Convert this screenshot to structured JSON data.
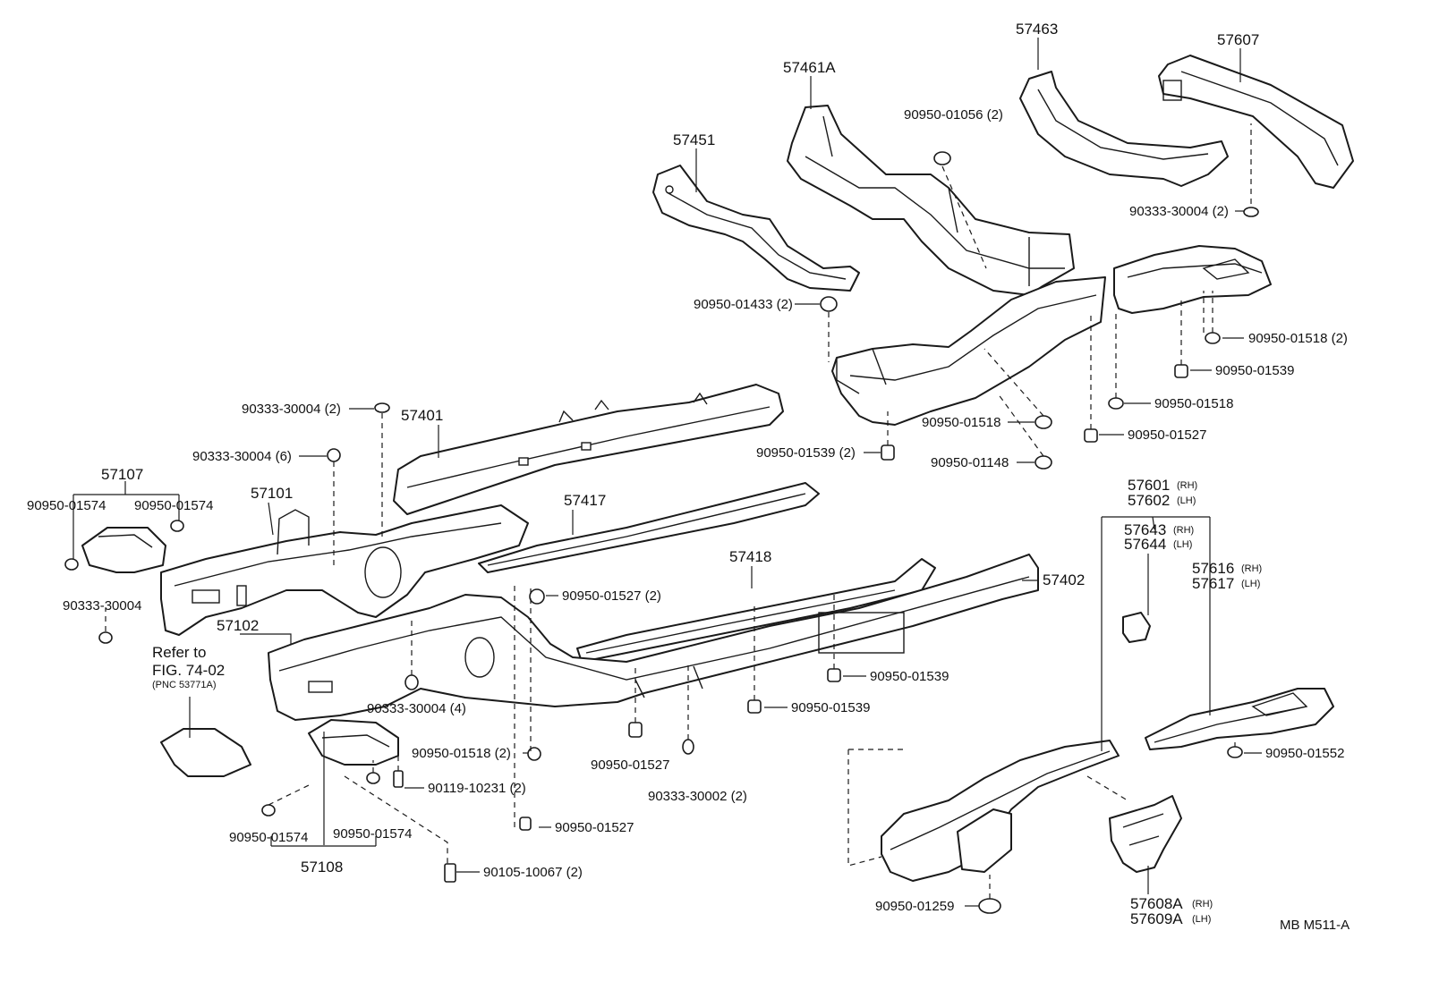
{
  "labels": {
    "p57463": "57463",
    "p57607": "57607",
    "p57461a": "57461A",
    "p9095001056": "90950-01056 (2)",
    "p57451": "57451",
    "p9033330004_2_top": "90333-30004 (2)",
    "p9095001433": "90950-01433 (2)",
    "p9095001518_2": "90950-01518 (2)",
    "p9095001539_r": "90950-01539",
    "p9095001518_r": "90950-01518",
    "p9095001527_r": "90950-01527",
    "p9095001518_mid": "90950-01518",
    "p9095001539_2": "90950-01539 (2)",
    "p9095001148": "90950-01148",
    "p9033330004_2_left": "90333-30004 (2)",
    "p57401": "57401",
    "p9033330004_6": "90333-30004 (6)",
    "p57107": "57107",
    "p9095001574_a": "90950-01574",
    "p9095001574_b": "90950-01574",
    "p57101": "57101",
    "p57417": "57417",
    "p57601": "57601",
    "p57602": "57602",
    "p57643": "57643",
    "p57644": "57644",
    "p57616": "57616",
    "p57617": "57617",
    "p9033330004": "90333-30004",
    "p57418": "57418",
    "p57402": "57402",
    "p9095001527_2": "90950-01527 (2)",
    "p57102": "57102",
    "refer_to": "Refer to",
    "fig": "FIG. 74-02",
    "pnc": "(PNC 53771A)",
    "p9095001539_c1": "90950-01539",
    "p9095001539_c2": "90950-01539",
    "p9033330004_4": "90333-30004 (4)",
    "p9095001518_2b": "90950-01518 (2)",
    "p9011910231": "90119-10231 (2)",
    "p9095001527_c": "90950-01527",
    "p9033330002": "90333-30002 (2)",
    "p9095001527_d": "90950-01527",
    "p9095001552": "90950-01552",
    "p9095001574_c": "90950-01574",
    "p9095001574_d": "90950-01574",
    "p57108": "57108",
    "p9010510067": "90105-10067 (2)",
    "p9095001259": "90950-01259",
    "p57608a": "57608A",
    "p57609a": "57609A",
    "rh": "(RH)",
    "lh": "(LH)",
    "code": "MB  M511-A"
  }
}
